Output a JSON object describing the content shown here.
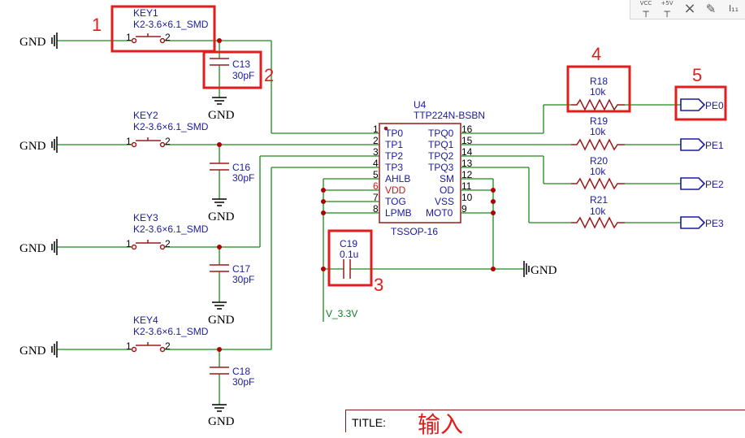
{
  "toolbar": {
    "vcc_label": "VCC",
    "plus5_label": "+5V",
    "noconnect_symbol": "×",
    "probe_icon": "probe-icon",
    "net_symbol_label": "I₁₁"
  },
  "keys": [
    {
      "ref": "KEY1",
      "value": "K2-3.6×6.1_SMD",
      "pin1": "1",
      "pin2": "2",
      "gnd": "GND",
      "cap_ref": "C13",
      "cap_value": "30pF",
      "cap_gnd": "GND"
    },
    {
      "ref": "KEY2",
      "value": "K2-3.6×6.1_SMD",
      "pin1": "1",
      "pin2": "2",
      "gnd": "GND",
      "cap_ref": "C16",
      "cap_value": "30pF",
      "cap_gnd": "GND"
    },
    {
      "ref": "KEY3",
      "value": "K2-3.6×6.1_SMD",
      "pin1": "1",
      "pin2": "2",
      "gnd": "GND",
      "cap_ref": "C17",
      "cap_value": "30pF",
      "cap_gnd": "GND"
    },
    {
      "ref": "KEY4",
      "value": "K2-3.6×6.1_SMD",
      "pin1": "1",
      "pin2": "2",
      "gnd": "GND",
      "cap_ref": "C18",
      "cap_value": "30pF",
      "cap_gnd": "GND"
    }
  ],
  "ic": {
    "ref": "U4",
    "part": "TTP224N-BSBN",
    "package": "TSSOP-16",
    "left_pins": [
      {
        "num": "1",
        "name": "TP0"
      },
      {
        "num": "2",
        "name": "TP1"
      },
      {
        "num": "3",
        "name": "TP2"
      },
      {
        "num": "4",
        "name": "TP3"
      },
      {
        "num": "5",
        "name": "AHLB"
      },
      {
        "num": "6",
        "name": "VDD"
      },
      {
        "num": "7",
        "name": "TOG"
      },
      {
        "num": "8",
        "name": "LPMB"
      }
    ],
    "right_pins": [
      {
        "num": "16",
        "name": "TPQ0"
      },
      {
        "num": "15",
        "name": "TPQ1"
      },
      {
        "num": "14",
        "name": "TPQ2"
      },
      {
        "num": "13",
        "name": "TPQ3"
      },
      {
        "num": "12",
        "name": "SM"
      },
      {
        "num": "11",
        "name": "OD"
      },
      {
        "num": "10",
        "name": "VSS"
      },
      {
        "num": "9",
        "name": "MOT0"
      }
    ]
  },
  "decoupling": {
    "ref": "C19",
    "value": "0.1u",
    "gnd": "GND",
    "supply_net": "V_3.3V"
  },
  "resistors": [
    {
      "ref": "R18",
      "value": "10k",
      "port": "PE0"
    },
    {
      "ref": "R19",
      "value": "10k",
      "port": "PE1"
    },
    {
      "ref": "R20",
      "value": "10k",
      "port": "PE2"
    },
    {
      "ref": "R21",
      "value": "10k",
      "port": "PE3"
    }
  ],
  "callouts": [
    "1",
    "2",
    "3",
    "4",
    "5"
  ],
  "title_block": {
    "title_label": "TITLE:",
    "title_value": "输入"
  },
  "colors": {
    "wire": "#1a8a1a",
    "component": "#9b1a1a",
    "label": "#1a1aa0",
    "callout": "#e11d1d",
    "junction": "#b00000"
  }
}
